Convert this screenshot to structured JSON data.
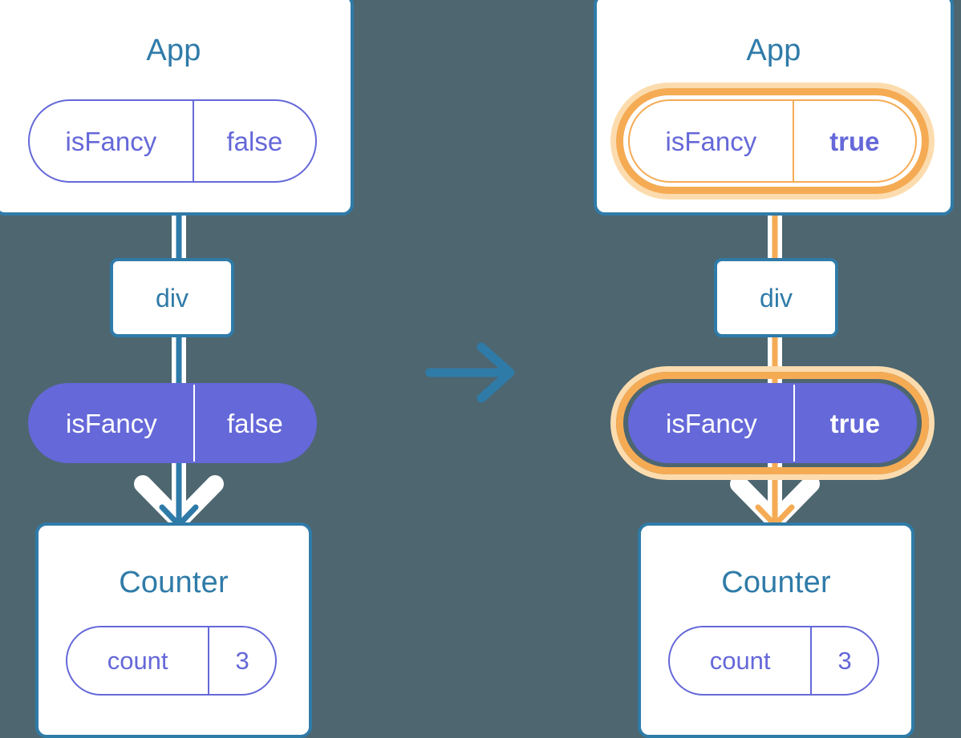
{
  "diagram": {
    "type": "react-state-flow",
    "background_color": "#4d6670",
    "accent_blue": "#2f7ba8",
    "accent_purple": "#6568d8",
    "accent_orange": "#f5ab54",
    "accent_orange_glow": "#fcdcae",
    "transition_arrow_icon": "right-arrow-icon"
  },
  "panels": [
    {
      "id": "before",
      "app": {
        "title": "App",
        "state_pill": {
          "key": "isFancy",
          "value": "false",
          "style": "outline",
          "highlighted": false,
          "value_bold": false
        }
      },
      "div": {
        "label": "div"
      },
      "prop_pill": {
        "key": "isFancy",
        "value": "false",
        "style": "filled",
        "highlighted": false,
        "value_bold": false
      },
      "counter": {
        "title": "Counter",
        "state_pill": {
          "key": "count",
          "value": "3",
          "style": "outline",
          "highlighted": false,
          "value_bold": false
        }
      },
      "connector_color": "#2f7ba8"
    },
    {
      "id": "after",
      "app": {
        "title": "App",
        "state_pill": {
          "key": "isFancy",
          "value": "true",
          "style": "outline",
          "highlighted": true,
          "value_bold": true
        }
      },
      "div": {
        "label": "div"
      },
      "prop_pill": {
        "key": "isFancy",
        "value": "true",
        "style": "filled",
        "highlighted": true,
        "value_bold": true
      },
      "counter": {
        "title": "Counter",
        "state_pill": {
          "key": "count",
          "value": "3",
          "style": "outline",
          "highlighted": false,
          "value_bold": false
        }
      },
      "connector_color": "#f5ab54"
    }
  ]
}
